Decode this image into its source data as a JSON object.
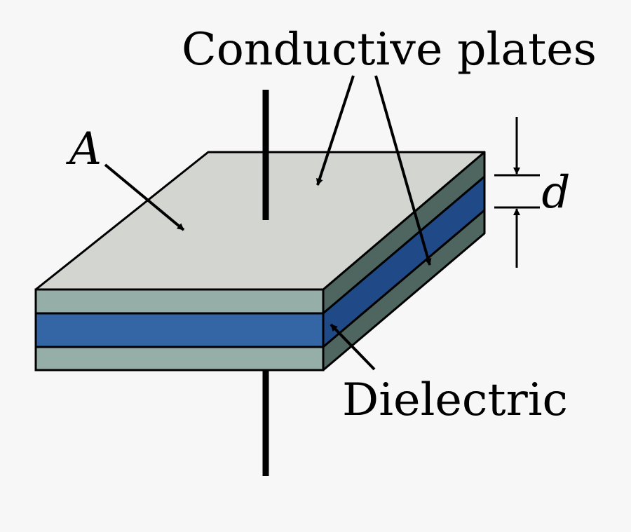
{
  "labels": {
    "conductive_plates": "Conductive plates",
    "area": "A",
    "distance": "d",
    "dielectric": "Dielectric"
  },
  "colors": {
    "background": "#f7f7f7",
    "plate_top_face": "#d3d6d0",
    "plate_front": "#95aea7",
    "plate_side": "#4f655f",
    "dielectric_front": "#3465a4",
    "dielectric_side": "#204a87",
    "outline": "#000000",
    "lead": "#000000"
  }
}
